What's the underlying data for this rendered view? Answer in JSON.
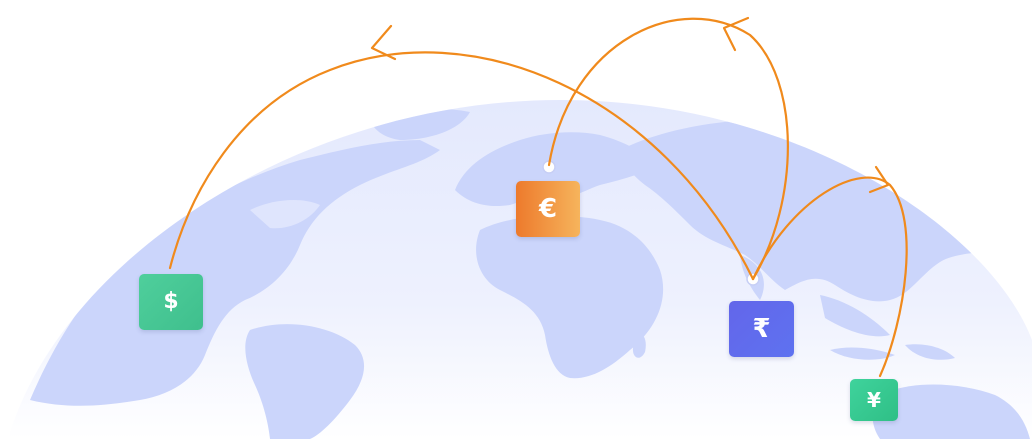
{
  "colors": {
    "globe": "#d3dcfb",
    "land": "#c9d4fb",
    "arc": "#f08a1c",
    "node_ring": "#c7cff5"
  },
  "currencies": [
    {
      "id": "usd",
      "symbol": "$"
    },
    {
      "id": "eur",
      "symbol": "€"
    },
    {
      "id": "inr",
      "symbol": "₹"
    },
    {
      "id": "jpy",
      "symbol": "¥"
    }
  ]
}
